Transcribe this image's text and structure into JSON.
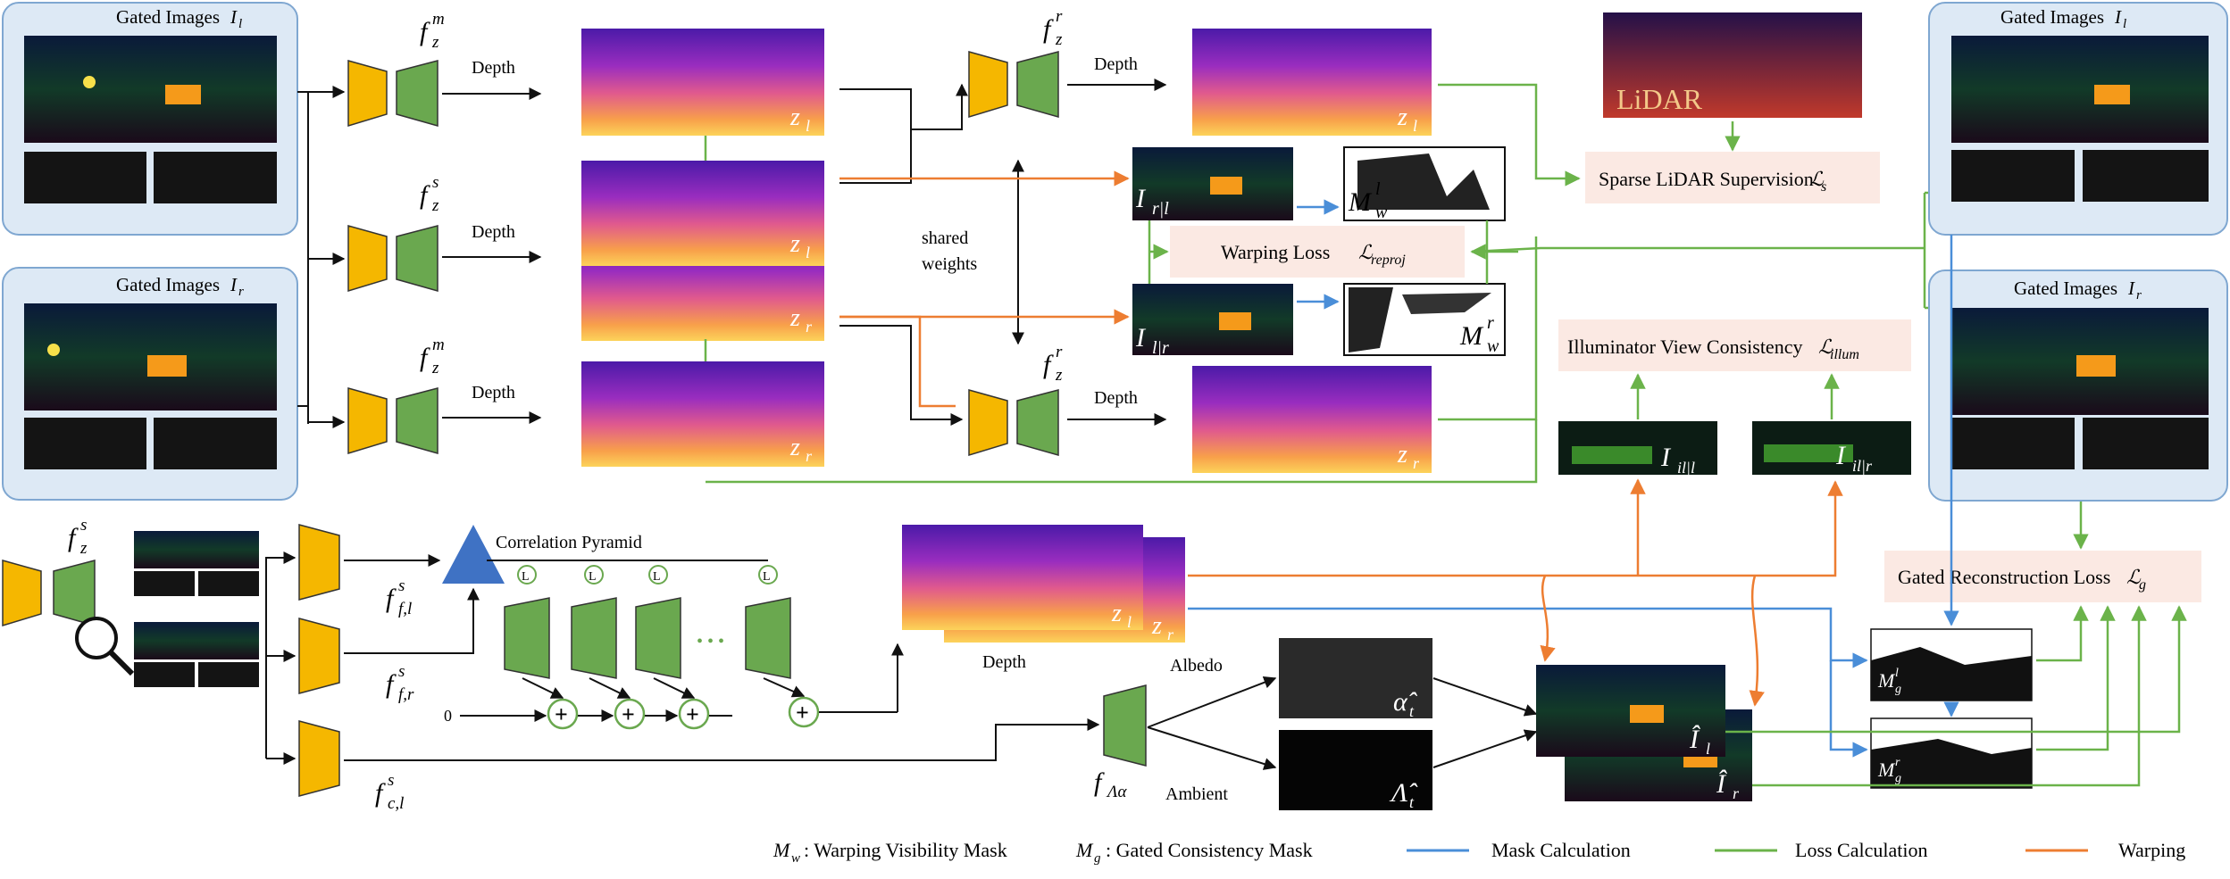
{
  "inputs": {
    "gated_left": {
      "title": "Gated Images",
      "symbol": "I",
      "sub": "l"
    },
    "gated_right": {
      "title": "Gated Images",
      "symbol": "I",
      "sub": "r"
    }
  },
  "networks": {
    "mono_top": {
      "symbol": "f",
      "sub": "z",
      "sup": "m"
    },
    "stereo": {
      "symbol": "f",
      "sub": "z",
      "sup": "s"
    },
    "mono_bottom": {
      "symbol": "f",
      "sub": "z",
      "sup": "m"
    },
    "refine_top": {
      "symbol": "f",
      "sub": "z",
      "sup": "r"
    },
    "refine_bottom": {
      "symbol": "f",
      "sub": "z",
      "sup": "r"
    },
    "stereo_detail": {
      "symbol": "f",
      "sub": "z",
      "sup": "s"
    },
    "feat_left": {
      "symbol": "f",
      "sub": "f,l",
      "sup": "s"
    },
    "feat_right": {
      "symbol": "f",
      "sub": "f,r",
      "sup": "s"
    },
    "context_left": {
      "symbol": "f",
      "sub": "c,l",
      "sup": "s"
    },
    "albedo_net": {
      "symbol": "f",
      "sub": "Λα"
    }
  },
  "labels": {
    "depth": "Depth",
    "shared_weights_1": "shared",
    "shared_weights_2": "weights",
    "correlation_pyramid": "Correlation Pyramid",
    "albedo": "Albedo",
    "ambient": "Ambient",
    "zero": "0",
    "lidar": "LiDAR",
    "lookup": "L",
    "dots": "• • •"
  },
  "depth_maps": {
    "z_l": {
      "symbol": "z",
      "sub": "l"
    },
    "z_r": {
      "symbol": "z",
      "sub": "r"
    }
  },
  "warped": {
    "r_given_l": {
      "symbol": "I",
      "sub": "r|l"
    },
    "l_given_r": {
      "symbol": "I",
      "sub": "l|r"
    },
    "il_l": {
      "symbol": "I",
      "sub": "il|l"
    },
    "il_r": {
      "symbol": "I",
      "sub": "il|r"
    }
  },
  "masks": {
    "mw_l": {
      "symbol": "M",
      "sub": "w",
      "sup": "l"
    },
    "mw_r": {
      "symbol": "M",
      "sub": "w",
      "sup": "r"
    },
    "mg_l": {
      "symbol": "M",
      "sub": "g",
      "sup": "l"
    },
    "mg_r": {
      "symbol": "M",
      "sub": "g",
      "sup": "r"
    }
  },
  "outputs": {
    "albedo": "α̂",
    "albedo_sub": "t",
    "ambient": "Λ̂",
    "ambient_sub": "t",
    "recon_l": "Î",
    "recon_l_sub": "l",
    "recon_r": "Î",
    "recon_r_sub": "r"
  },
  "losses": {
    "lidar": {
      "text": "Sparse LiDAR Supervision ",
      "symbol": "ℒ",
      "sub": "s"
    },
    "warping": {
      "text": "Warping Loss ",
      "symbol": "ℒ",
      "sub": "reproj"
    },
    "illum": {
      "text": "Illuminator View Consistency ",
      "symbol": "ℒ",
      "sub": "illum"
    },
    "gated": {
      "text": "Gated Reconstruction Loss ",
      "symbol": "ℒ",
      "sub": "g"
    }
  },
  "legend": {
    "mw_symbol": "M",
    "mw_sub": "w",
    "mw_text": " : Warping Visibility Mask",
    "mg_symbol": "M",
    "mg_sub": "g",
    "mg_text": " : Gated Consistency Mask",
    "mask_calc": "Mask Calculation",
    "loss_calc": "Loss Calculation",
    "warping": "Warping"
  },
  "colors": {
    "encoder": "#f5b700",
    "decoder": "#6aa84f",
    "panel": "#dde9f5",
    "panel_border": "#7fa7d1",
    "loss_box": "#fbe9e3",
    "mask_line": "#4a8ed8",
    "loss_line": "#6bb34a",
    "warp_line": "#ed7d31",
    "pyramid": "#3f72c4"
  }
}
